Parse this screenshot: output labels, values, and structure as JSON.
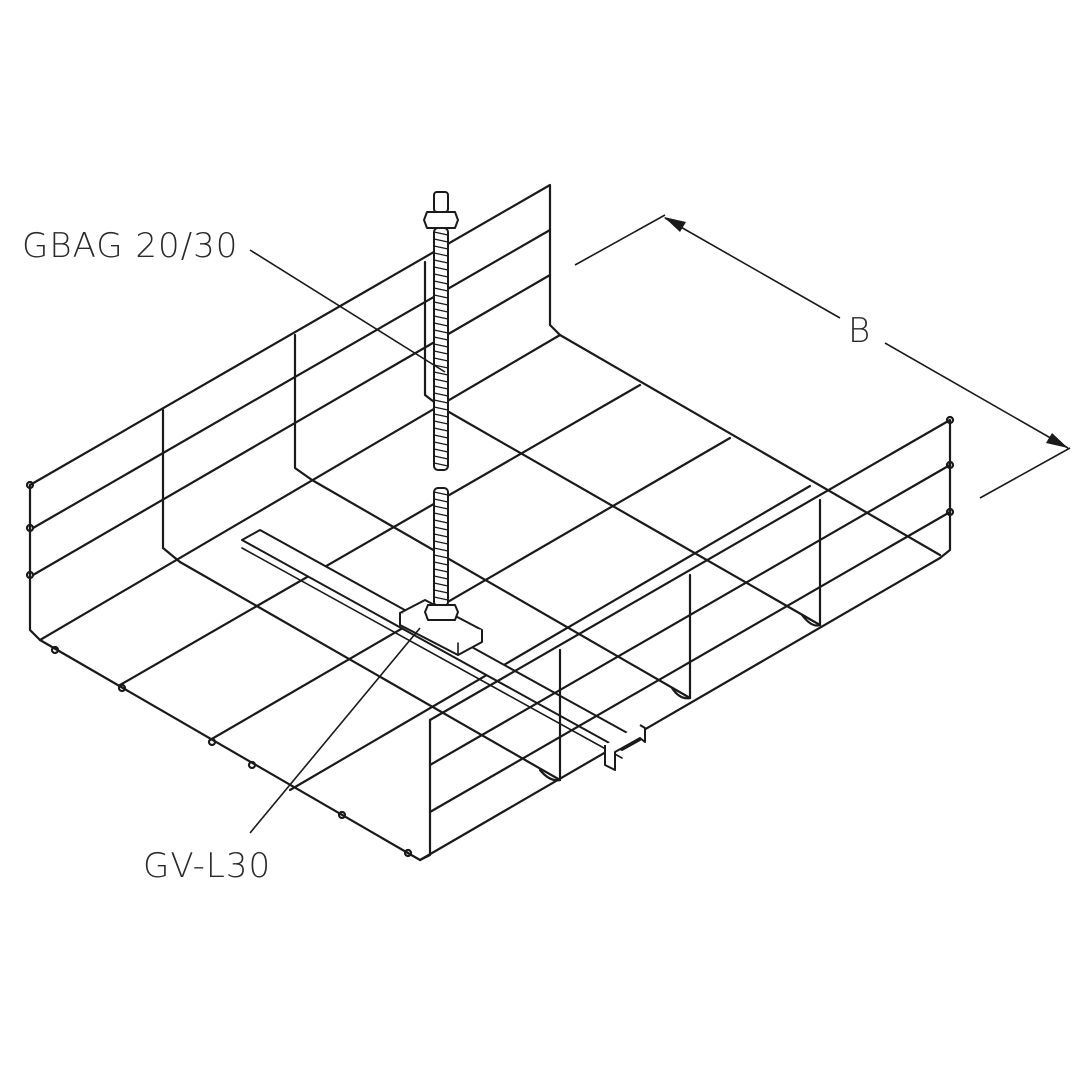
{
  "labels": {
    "threaded_rod": "GBAG 20/30",
    "clamp": "GV-L30",
    "width_dimension": "B"
  }
}
